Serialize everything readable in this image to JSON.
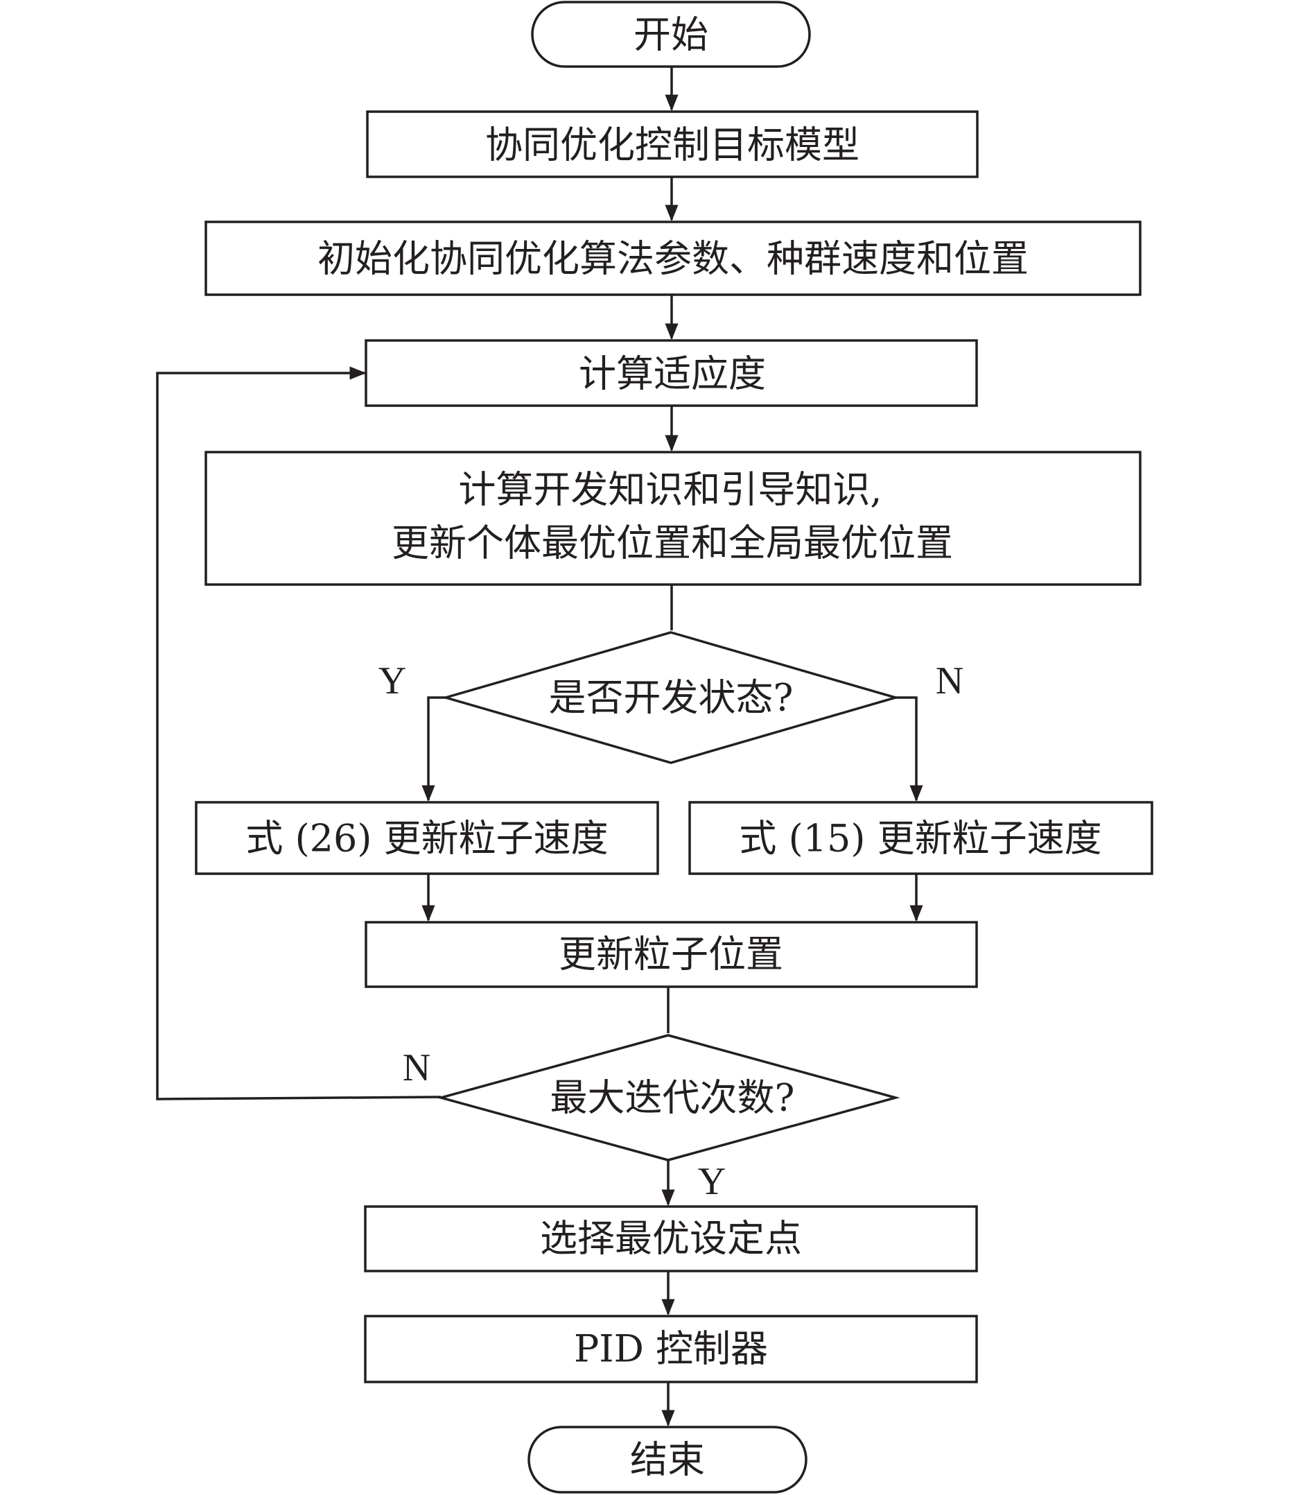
{
  "colors": {
    "stroke": "#231f20",
    "background": "#ffffff"
  },
  "nodes": {
    "start": "开始",
    "model": "协同优化控制目标模型",
    "init": "初始化协同优化算法参数、种群速度和位置",
    "fitness": "计算适应度",
    "knowledge_line1": "计算开发知识和引导知识,",
    "knowledge_line2": "更新个体最优位置和全局最优位置",
    "exploit_decision": "是否开发状态?",
    "update_velocity_26": "式 (26) 更新粒子速度",
    "update_velocity_15": "式 (15) 更新粒子速度",
    "update_position": "更新粒子位置",
    "max_iter_decision": "最大迭代次数?",
    "select_setpoint": "选择最优设定点",
    "pid": "PID 控制器",
    "end": "结束"
  },
  "edge_labels": {
    "exploit_yes": "Y",
    "exploit_no": "N",
    "max_iter_no": "N",
    "max_iter_yes": "Y"
  }
}
